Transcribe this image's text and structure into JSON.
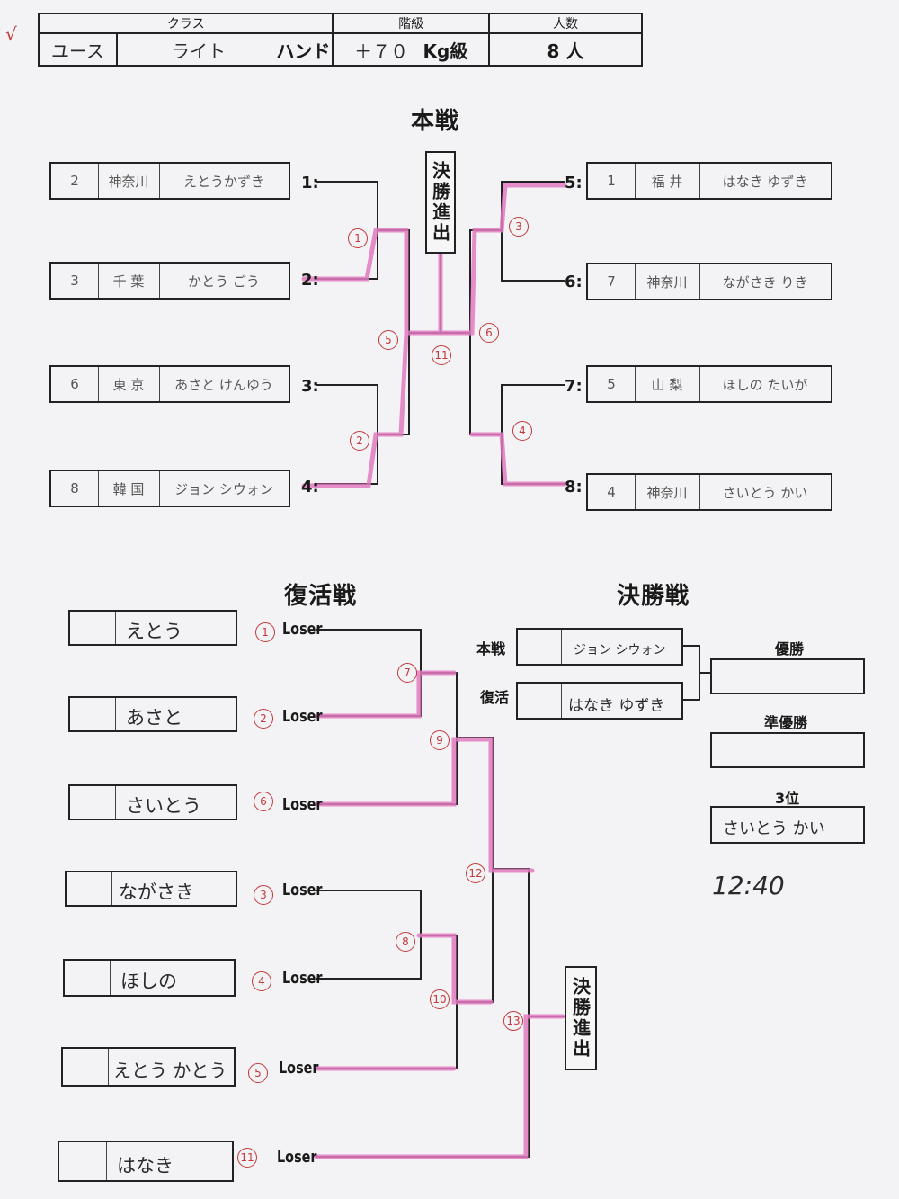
{
  "check_mark": "√",
  "header": {
    "col_class": "クラス",
    "col_grade": "階級",
    "col_count": "人数",
    "youth": "ユース",
    "light": "ライト",
    "hand": "ハンド",
    "weight_value": "＋７０",
    "weight_unit": "Kg級",
    "count": "8 人"
  },
  "main": {
    "title": "本戦",
    "final_box": "決勝進出",
    "left_entries": [
      {
        "seed": "1:",
        "no": "2",
        "pref": "神奈川",
        "name": "えとうかずき"
      },
      {
        "seed": "2:",
        "no": "3",
        "pref": "千 葉",
        "name": "かとう ごう"
      },
      {
        "seed": "3:",
        "no": "6",
        "pref": "東 京",
        "name": "あさと けんゆう"
      },
      {
        "seed": "4:",
        "no": "8",
        "pref": "韓 国",
        "name": "ジョン シウォン"
      }
    ],
    "right_entries": [
      {
        "seed": "5:",
        "no": "1",
        "pref": "福 井",
        "name": "はなき ゆずき"
      },
      {
        "seed": "6:",
        "no": "7",
        "pref": "神奈川",
        "name": "ながさき りき"
      },
      {
        "seed": "7:",
        "no": "5",
        "pref": "山 梨",
        "name": "ほしの たいが"
      },
      {
        "seed": "8:",
        "no": "4",
        "pref": "神奈川",
        "name": "さいとう かい"
      }
    ],
    "matches": [
      "1",
      "2",
      "3",
      "4",
      "5",
      "6",
      "11"
    ]
  },
  "repechage": {
    "title": "復活戦",
    "loser_label": "Loser",
    "entries": [
      {
        "name": "えとう",
        "from": "1"
      },
      {
        "name": "あさと",
        "from": "2"
      },
      {
        "name": "さいとう",
        "from": "6"
      },
      {
        "name": "ながさき",
        "from": "3"
      },
      {
        "name": "ほしの",
        "from": "4"
      },
      {
        "name": "えとう かとう",
        "from": "5"
      },
      {
        "name": "はなき",
        "from": "11"
      }
    ],
    "matches": [
      "7",
      "9",
      "12",
      "8",
      "10",
      "13"
    ],
    "final_box": "決勝進出"
  },
  "final": {
    "title": "決勝戦",
    "main_label": "本戦",
    "rep_label": "復活",
    "main_name": "ジョン シウォン",
    "rep_name": "はなき ゆずき",
    "winner_label": "優勝",
    "runner_label": "準優勝",
    "third_label": "3位",
    "third_name": "さいとう かい",
    "time_note": "12:40"
  },
  "colors": {
    "highlight": "#e27bc0",
    "circle": "#c23a3a"
  }
}
